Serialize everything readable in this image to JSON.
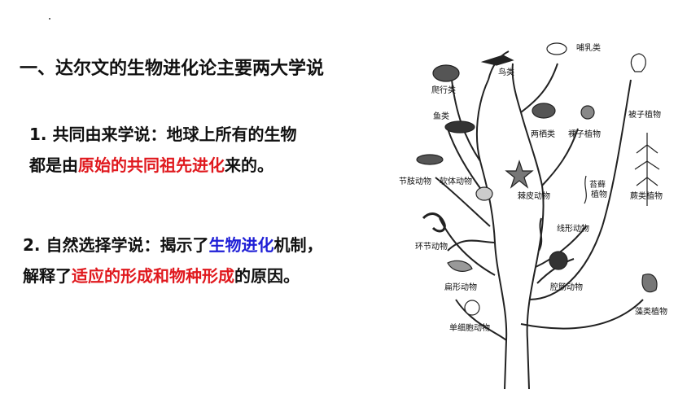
{
  "title": "一、达尔文的生物进化论主要两大学说",
  "point1": {
    "line1": "1. 共同由来学说：地球上所有的生物",
    "line2_pre": "都是由",
    "line2_highlight": "原始的共同祖先进化",
    "line2_post": "来的。"
  },
  "point2": {
    "line1_pre": "2. 自然选择学说：揭示了",
    "line1_highlight": "生物进化",
    "line1_post": "机制，",
    "line2_pre": "解释了",
    "line2_highlight": "适应的形成和物种形成",
    "line2_post": "的原因。"
  },
  "tree_labels": {
    "mammals": "哺乳类",
    "birds": "鸟类",
    "reptiles": "爬行类",
    "fish": "鱼类",
    "amphibians": "两栖类",
    "gymnosperms": "裸子植物",
    "angiosperms": "被子植物",
    "arthropods": "节肢动物",
    "mollusks": "软体动物",
    "echinoderms": "棘皮动物",
    "bryophytes_1": "苔藓",
    "bryophytes_2": "植物",
    "ferns": "蕨类植物",
    "annelids": "环节动物",
    "nematodes": "线形动物",
    "flatworms": "扁形动物",
    "coelenterates": "腔肠动物",
    "algae": "藻类植物",
    "protozoa": "单细胞动物"
  },
  "colors": {
    "highlight_red": "#e0191e",
    "highlight_blue": "#1f1fd6",
    "text": "#111111"
  }
}
